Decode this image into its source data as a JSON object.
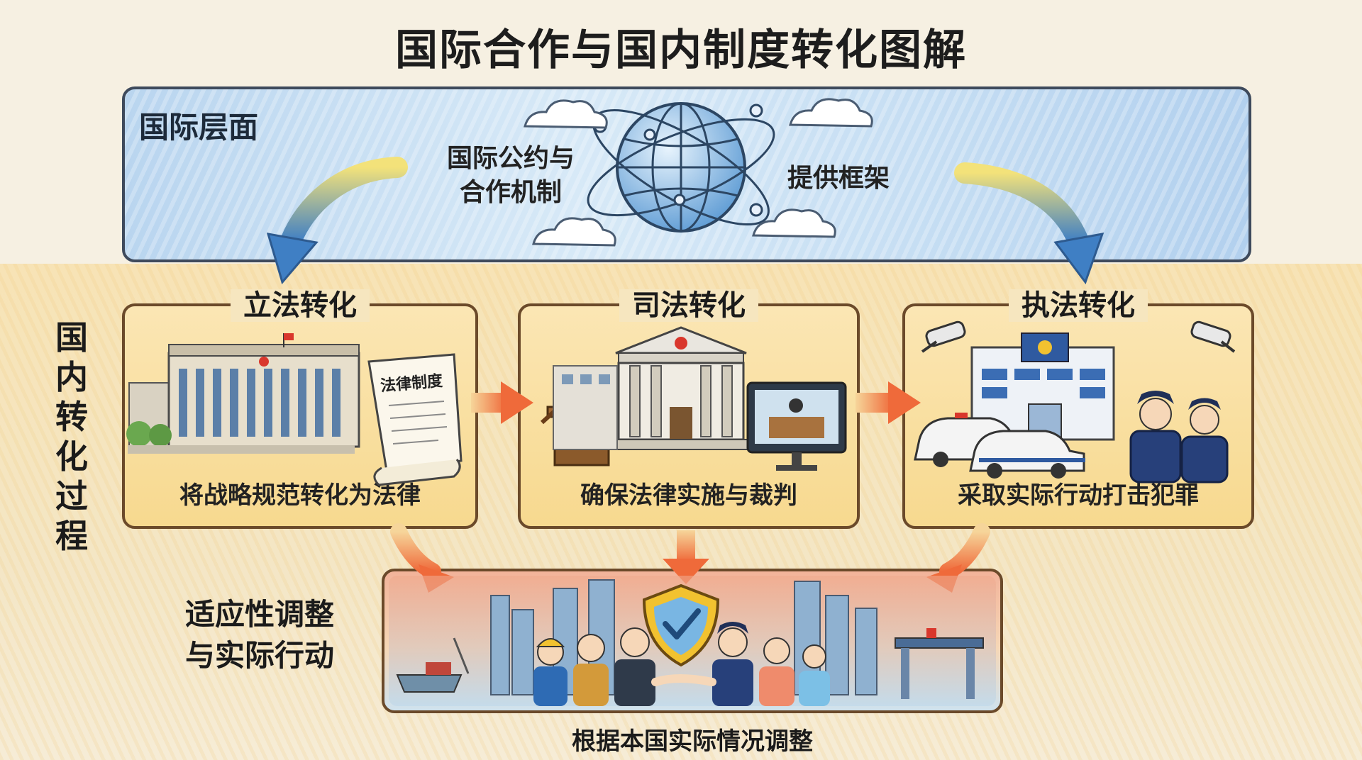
{
  "title": "国际合作与国内制度转化图解",
  "international": {
    "label": "国际层面",
    "conventions_line1": "国际公约与",
    "conventions_line2": "合作机制",
    "framework": "提供框架"
  },
  "domestic": {
    "side_label": [
      "国",
      "内",
      "转",
      "化",
      "过",
      "程"
    ]
  },
  "stages": [
    {
      "title": "立法转化",
      "caption": "将战略规范转化为法律",
      "document_label": "法律制度"
    },
    {
      "title": "司法转化",
      "caption": "确保法律实施与裁判"
    },
    {
      "title": "执法转化",
      "caption": "采取实际行动打击犯罪"
    }
  ],
  "adaptation": {
    "side_line1": "适应性调整",
    "side_line2": "与实际行动",
    "caption": "根据本国实际情况调整"
  },
  "colors": {
    "intl_blue": "#b9d5ef",
    "arrow_blue": "#3f7fc4",
    "arrow_orange": "#ef7a45",
    "box_yellow": "#f7d98f",
    "border_brown": "#6b4a2a",
    "police_blue": "#27407a",
    "shield_gold": "#f2c230"
  }
}
